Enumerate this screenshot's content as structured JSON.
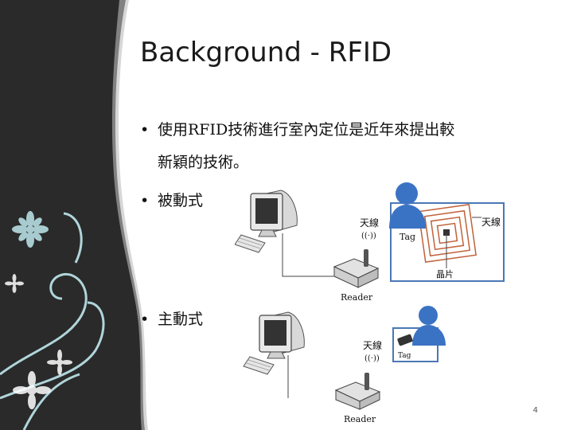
{
  "slide": {
    "title": "Background - RFID",
    "bullets": [
      {
        "line1": "使用RFID技術進行室內定位是近年來提出較",
        "line2": "新穎的技術。"
      },
      {
        "line1": "被動式"
      },
      {
        "line1": "主動式"
      }
    ],
    "passive_diagram": {
      "antenna_label": "天線",
      "antenna_label_tag": "天線",
      "tag_label": "Tag",
      "chip_label": "晶片",
      "reader_label": "Reader",
      "wireless_symbol": "((·))"
    },
    "active_diagram": {
      "antenna_label": "天線",
      "tag_label": "Tag",
      "reader_label": "Reader",
      "wireless_symbol": "((·))"
    },
    "page_number": "4"
  },
  "colors": {
    "sidebar_dark": "#2a2a2a",
    "sidebar_curve": "#3a3a3a",
    "swirl_light": "#bfe8ee",
    "tag_frame": "#4a78b5",
    "tag_coil": "#c0623a",
    "person_blue": "#3b73c4"
  }
}
